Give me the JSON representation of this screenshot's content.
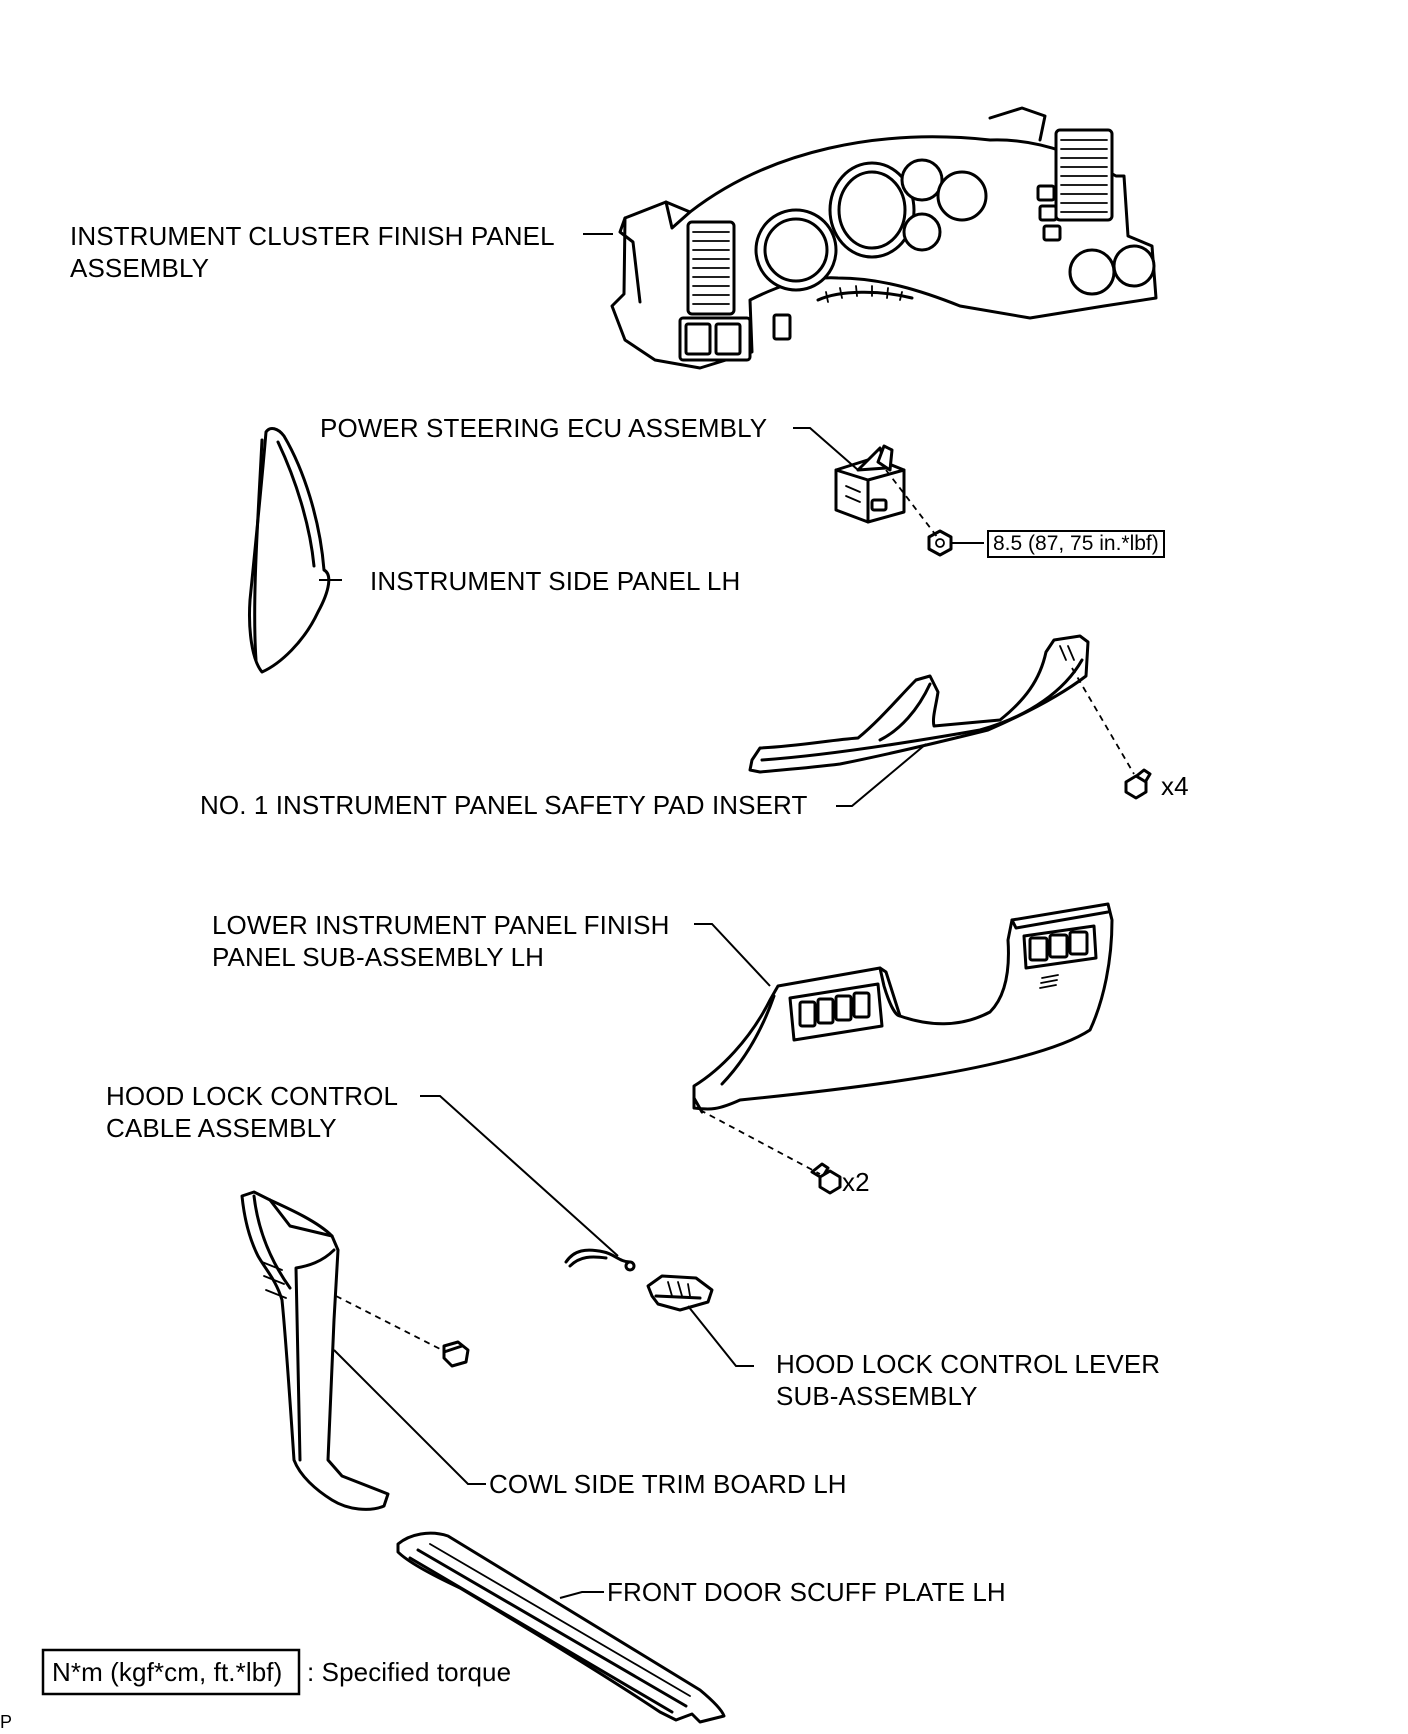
{
  "labels": {
    "cluster_panel": "INSTRUMENT CLUSTER FINISH PANEL",
    "cluster_panel_2": "ASSEMBLY",
    "ps_ecu": "POWER STEERING ECU ASSEMBLY",
    "side_panel": "INSTRUMENT SIDE PANEL LH",
    "safety_pad": "NO. 1 INSTRUMENT PANEL SAFETY PAD INSERT",
    "lower_panel": "LOWER INSTRUMENT PANEL FINISH",
    "lower_panel_2": "PANEL SUB-ASSEMBLY LH",
    "hood_cable": "HOOD LOCK CONTROL",
    "hood_cable_2": "CABLE ASSEMBLY",
    "hood_lever": "HOOD LOCK CONTROL LEVER",
    "hood_lever_2": "SUB-ASSEMBLY",
    "cowl_trim": "COWL SIDE TRIM BOARD LH",
    "scuff_plate": "FRONT DOOR SCUFF PLATE LH"
  },
  "torque": "8.5 (87, 75 in.*lbf)",
  "qty": {
    "pad_bolts": "x4",
    "lower_bolts": "x2"
  },
  "legend": {
    "box": "N*m (kgf*cm, ft.*lbf)",
    "text": ": Specified torque"
  },
  "corner": "P"
}
